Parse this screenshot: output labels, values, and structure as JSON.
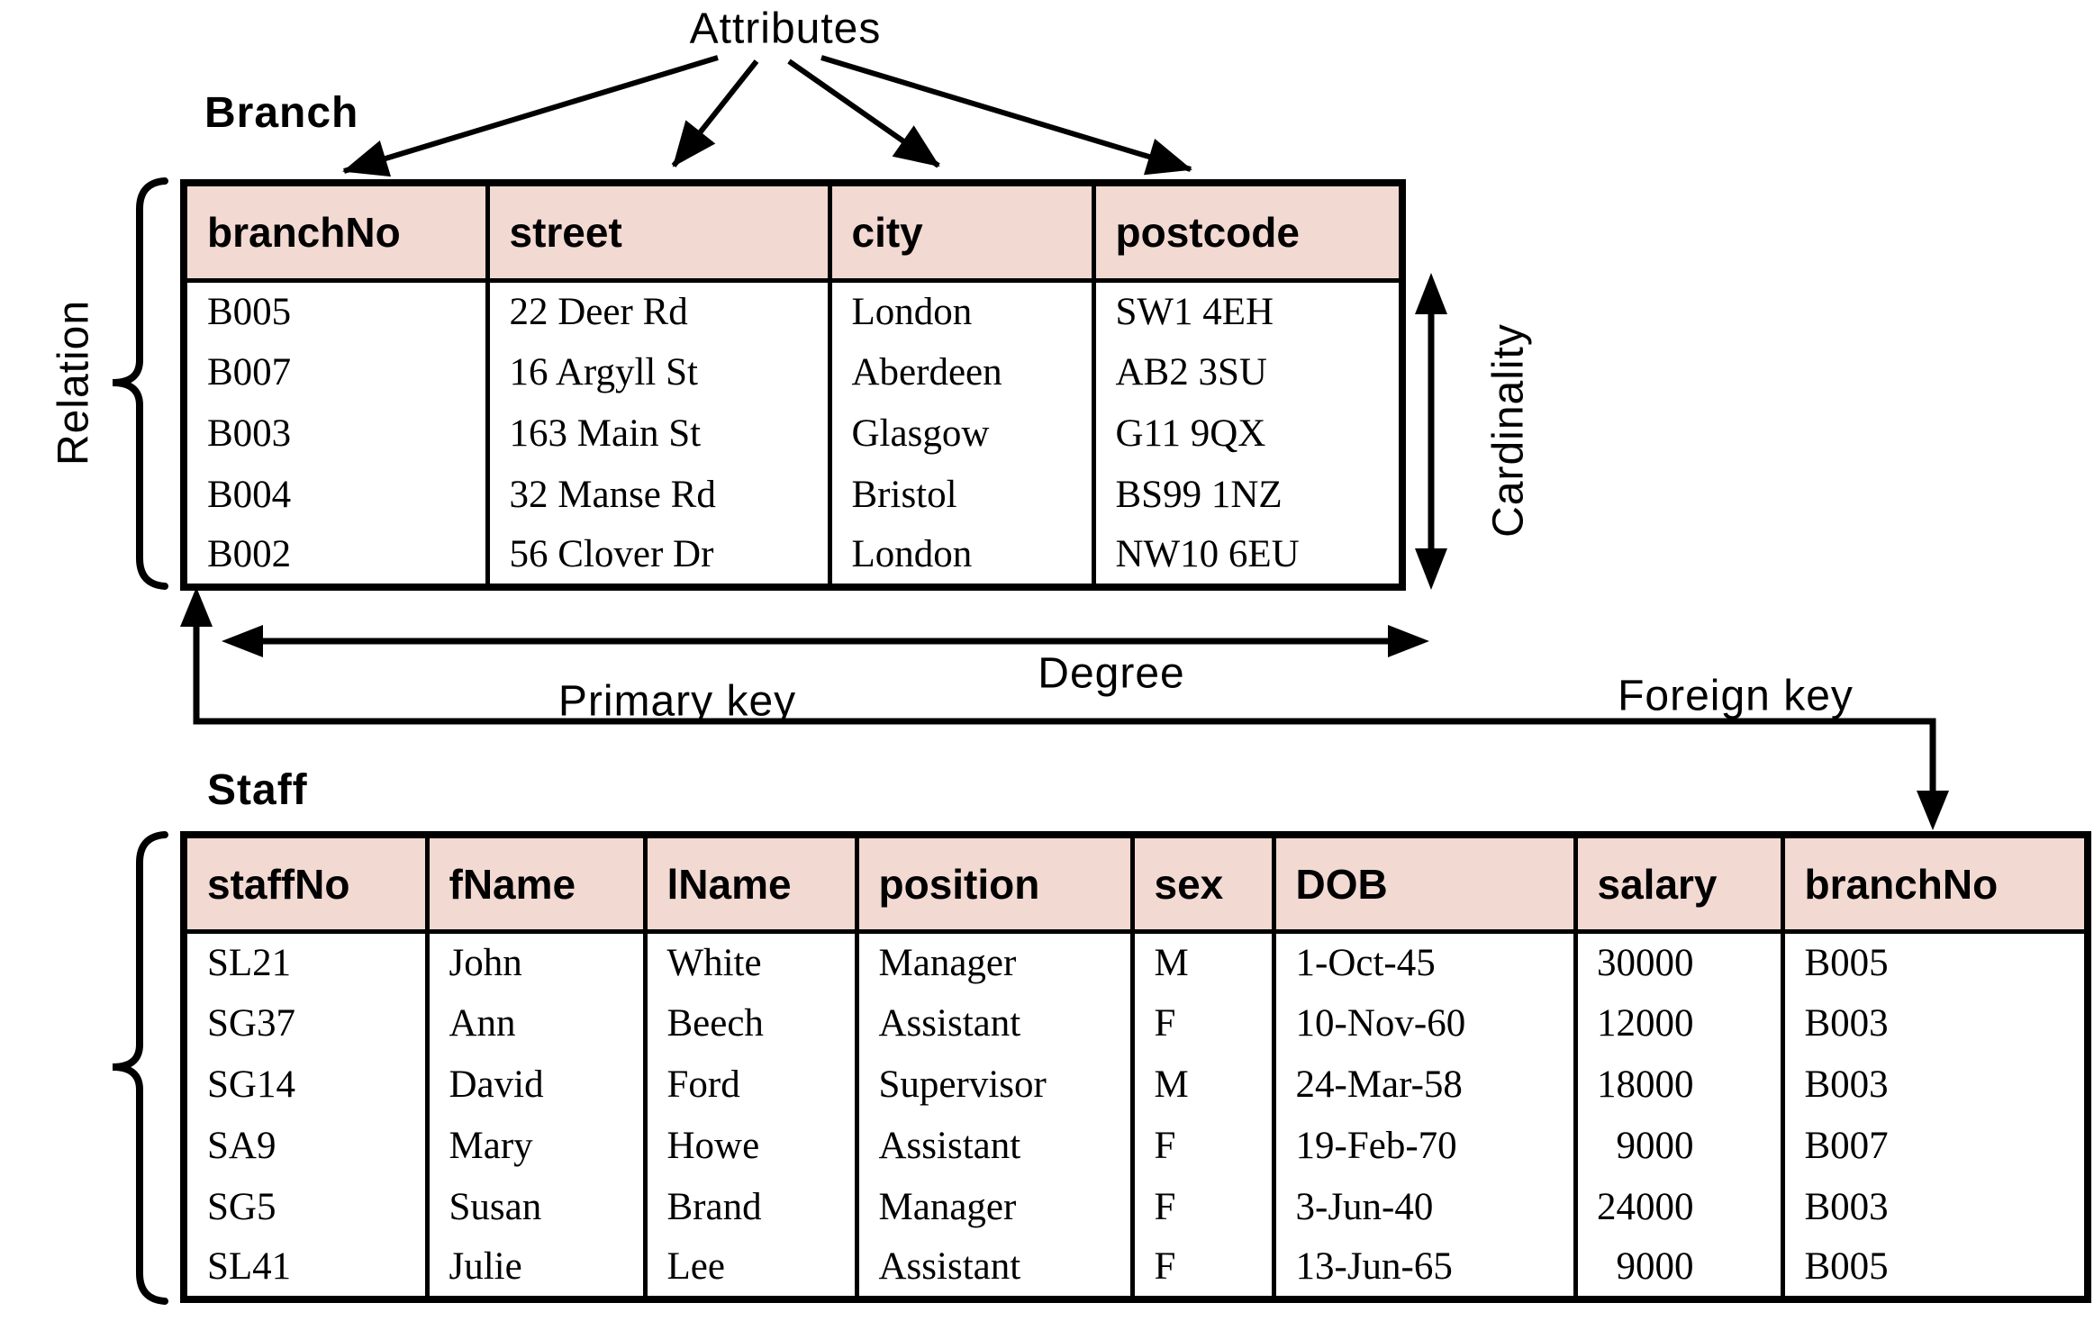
{
  "annotations": {
    "attributes": "Attributes",
    "relation": "Relation",
    "cardinality": "Cardinality",
    "degree": "Degree",
    "primary_key": "Primary key",
    "foreign_key": "Foreign key"
  },
  "colors": {
    "header_fill": "#f2d9d2",
    "line": "#000000",
    "background": "#ffffff"
  },
  "branch_table": {
    "title": "Branch",
    "headers": [
      "branchNo",
      "street",
      "city",
      "postcode"
    ],
    "rows": [
      [
        "B005",
        "22 Deer Rd",
        "London",
        "SW1 4EH"
      ],
      [
        "B007",
        "16 Argyll St",
        "Aberdeen",
        "AB2 3SU"
      ],
      [
        "B003",
        "163 Main St",
        "Glasgow",
        "G11 9QX"
      ],
      [
        "B004",
        "32 Manse Rd",
        "Bristol",
        "BS99 1NZ"
      ],
      [
        "B002",
        "56 Clover Dr",
        "London",
        "NW10 6EU"
      ]
    ]
  },
  "staff_table": {
    "title": "Staff",
    "headers": [
      "staffNo",
      "fName",
      "lName",
      "position",
      "sex",
      "DOB",
      "salary",
      "branchNo"
    ],
    "rows": [
      [
        "SL21",
        "John",
        "White",
        "Manager",
        "M",
        "1-Oct-45",
        "30000",
        "B005"
      ],
      [
        "SG37",
        "Ann",
        "Beech",
        "Assistant",
        "F",
        "10-Nov-60",
        "12000",
        "B003"
      ],
      [
        "SG14",
        "David",
        "Ford",
        "Supervisor",
        "M",
        "24-Mar-58",
        "18000",
        "B003"
      ],
      [
        "SA9",
        "Mary",
        "Howe",
        "Assistant",
        "F",
        "19-Feb-70",
        "9000",
        "B007"
      ],
      [
        "SG5",
        "Susan",
        "Brand",
        "Manager",
        "F",
        "3-Jun-40",
        "24000",
        "B003"
      ],
      [
        "SL41",
        "Julie",
        "Lee",
        "Assistant",
        "F",
        "13-Jun-65",
        "9000",
        "B005"
      ]
    ]
  }
}
